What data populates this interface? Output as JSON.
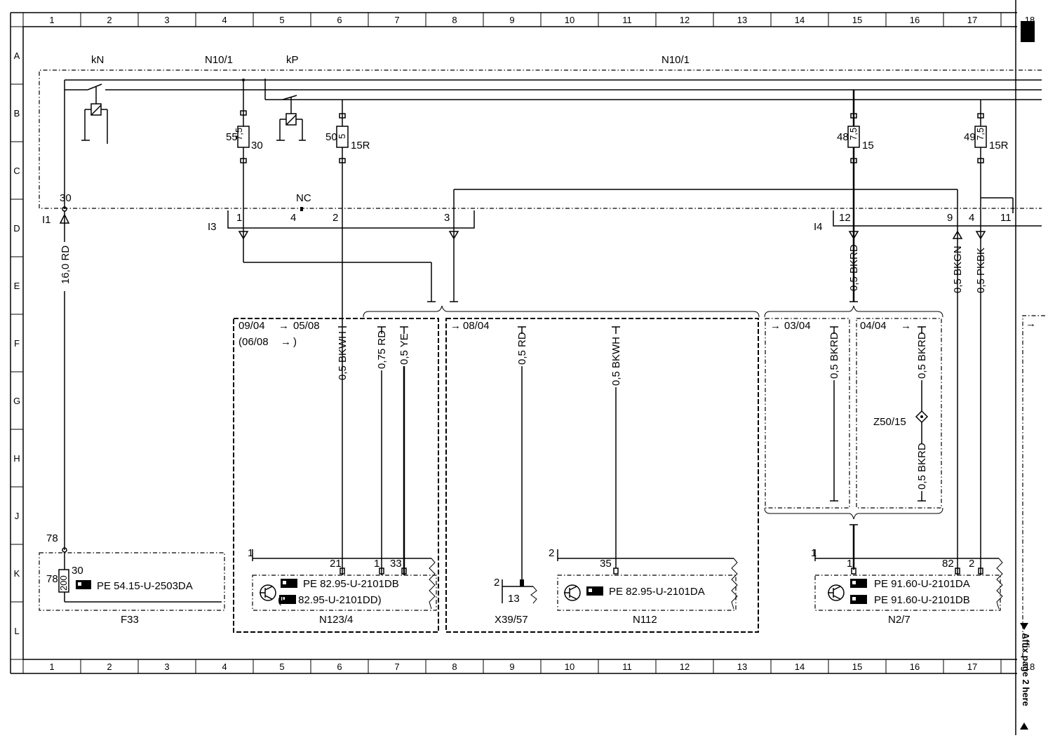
{
  "grid": {
    "columns": [
      "1",
      "2",
      "3",
      "4",
      "5",
      "6",
      "7",
      "8",
      "9",
      "10",
      "11",
      "12",
      "13",
      "14",
      "15",
      "16",
      "17",
      "18"
    ],
    "rows": [
      "A",
      "B",
      "C",
      "D",
      "E",
      "F",
      "G",
      "H",
      "J",
      "K",
      "L"
    ]
  },
  "header": {
    "kN": "kN",
    "N10_1_left": "N10/1",
    "kP": "kP",
    "N10_1_right": "N10/1"
  },
  "fuses": [
    {
      "num": "55",
      "rating": "7,5",
      "term": "30"
    },
    {
      "num": "50",
      "rating": "5",
      "term": "15R"
    },
    {
      "num": "48",
      "rating": "7,5",
      "term": "15"
    },
    {
      "num": "49",
      "rating": "7,5",
      "term": "15R"
    }
  ],
  "terminals": {
    "t30": "30",
    "nc": "NC",
    "I1": "I1",
    "I3": "I3",
    "I4": "I4",
    "p1": "1",
    "p4": "4",
    "p2": "2",
    "p3": "3",
    "p12": "12",
    "p9": "9",
    "p4b": "4",
    "p11": "11"
  },
  "wires": {
    "w_16RD": "16,0 RD",
    "w_bkwh1": "0,5 BKWH",
    "w_075rd": "0,75 RD",
    "w_05ye": "0,5 YE",
    "w_05rd": "0,5 RD",
    "w_bkwh2": "0,5 BKWH",
    "w_bkrd1": "0,5 BKRD",
    "w_bkgn": "0,5 BKGN",
    "w_pkbk": "0,5 PKBK",
    "w_bkrd2": "0,5 BKRD",
    "w_bkrd3": "0,5 BKRD",
    "w_bkrd4": "0,5 BKRD"
  },
  "variants": {
    "v1a": "09/04",
    "v1b": "05/08",
    "v1c": "(06/08",
    "v1d": ")",
    "v2": "08/04",
    "v3": "03/04",
    "v4": "04/04"
  },
  "components": {
    "F33": {
      "label": "F33",
      "pin_top": "78",
      "pin_a": "30",
      "pin_b": "78",
      "fuse": "200",
      "ref": "PE 54.15-U-2503DA"
    },
    "N123_4": {
      "label": "N123/4",
      "conn": "1",
      "pins": [
        "21",
        "1",
        "33"
      ],
      "ref1": "PE 82.95-U-2101DB",
      "ref2": "(PE 82.95-U-2101DD)"
    },
    "X39_57": {
      "label": "X39/57",
      "conn": "2",
      "pin": "13"
    },
    "N112": {
      "label": "N112",
      "conn": "2",
      "pin": "35",
      "ref": "PE 82.95-U-2101DA"
    },
    "N2_7": {
      "label": "N2/7",
      "conn": "1",
      "pins": [
        "1",
        "82",
        "2"
      ],
      "ref1": "PE 91.60-U-2101DA",
      "ref2": "PE 91.60-U-2101DB"
    },
    "Z50_15": {
      "label": "Z50/15"
    }
  },
  "side_note": "Affix page 2 here"
}
